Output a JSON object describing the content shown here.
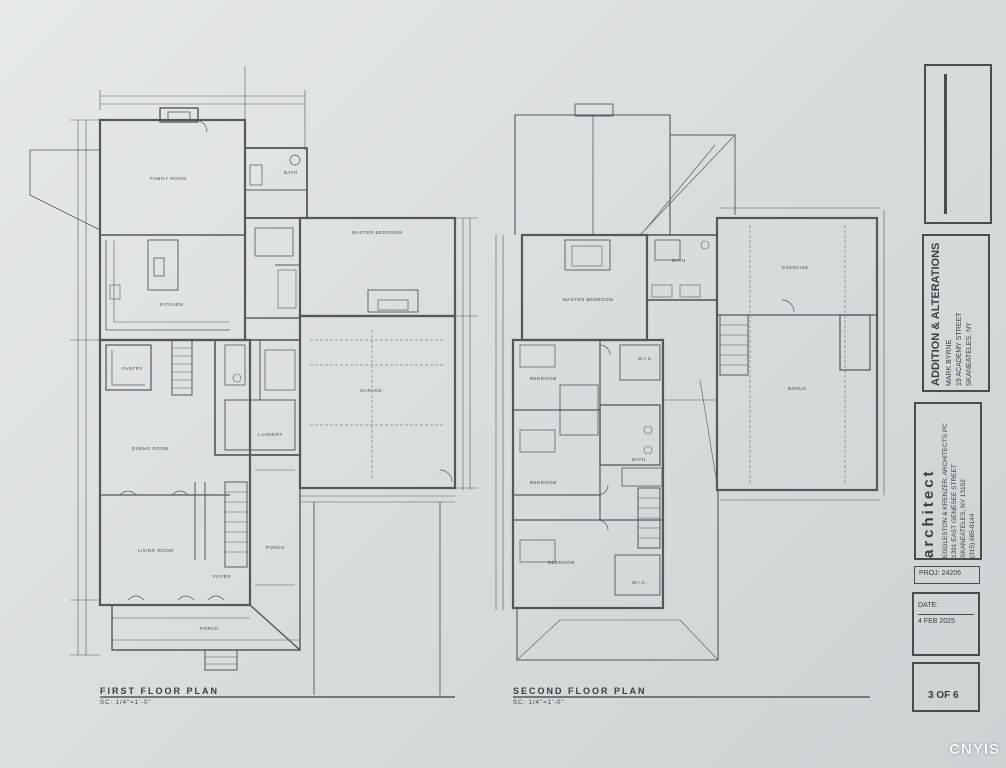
{
  "plans": {
    "first": {
      "title": "FIRST FLOOR PLAN",
      "scale": "SC: 1/4\"=1'-0\""
    },
    "second": {
      "title": "SECOND FLOOR PLAN",
      "scale": "SC: 1/4\"=1'-0\""
    }
  },
  "rooms_first": {
    "family": "FAMILY ROOM",
    "kitchen": "KITCHEN",
    "pantry": "PANTRY",
    "dining": "DINING ROOM",
    "living": "LIVING ROOM",
    "master": "MASTER BEDROOM",
    "garage": "GARAGE",
    "laundry": "LAUNDRY",
    "porch_side": "PORCH",
    "porch_front": "PORCH",
    "bath": "BATH",
    "foyer": "FOYER"
  },
  "rooms_second": {
    "master": "MASTER BEDROOM",
    "bedroom1": "BEDROOM",
    "bedroom2": "BEDROOM",
    "bedroom3": "BEDROOM",
    "bath1": "BATH",
    "bath2": "BATH",
    "exercise": "EXERCISE",
    "bonus": "BONUS",
    "wic1": "W.I.C.",
    "wic2": "W.I.C."
  },
  "title_block": {
    "project_title": "ADDITION & ALTERATIONS",
    "client_line1": "MARK BYRNE",
    "client_line2": "19 ACADEMY STREET",
    "client_line3": "SKANEATELES, NY",
    "firm_word": "architect",
    "firm_line1": "EGGLESTON & KRENZER, ARCHITECTS PC",
    "firm_line2": "1391 EAST GENESEE STREET",
    "firm_line3": "SKANEATELES, NY 13152",
    "firm_line4": "(315) 685-8144",
    "proj_label": "PROJ: 24206",
    "date_label": "DATE:",
    "date_value": "4 FEB 2025",
    "sheet": "3 OF 6"
  },
  "watermark": "CNYIS",
  "colors": {
    "ink": "#4a4d50",
    "paper": "#dfe3e5"
  }
}
